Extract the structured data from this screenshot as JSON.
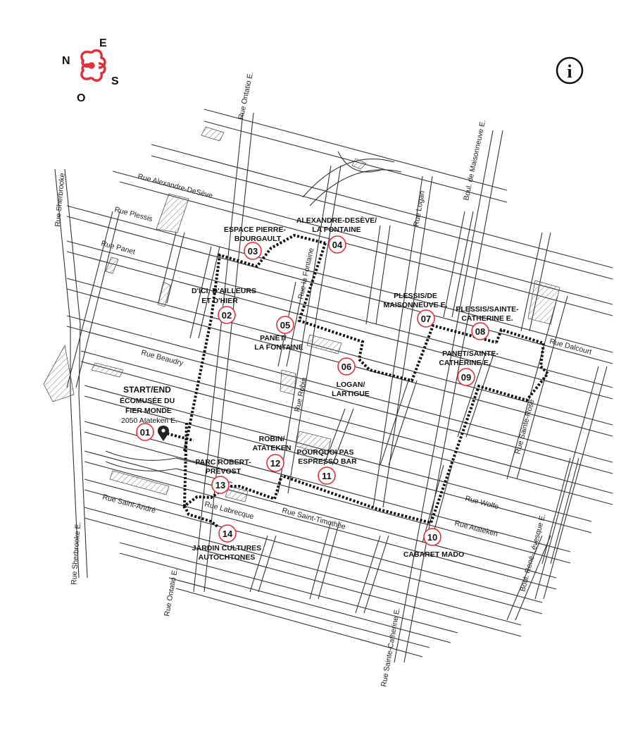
{
  "compass": {
    "north": "N",
    "east": "E",
    "south": "S",
    "west": "O",
    "emblem_color": "#e0313a"
  },
  "info_button": {
    "glyph": "i"
  },
  "start": {
    "heading": "START/END",
    "name_line1": "ÉCOMUSÉE DU",
    "name_line2": "FIER MONDE",
    "address": "2050 Atateken E."
  },
  "streets": [
    "Rue Ontatio E.",
    "Boul. de Maisonneuve E.",
    "Rue Alexandre-DeSève",
    "Rue Sherbrooke",
    "Rue Plessis",
    "Rue Panet",
    "Rue Logan",
    "Rue la Fontaine",
    "Rue Beaudry",
    "Rue Robin",
    "Rue Dalcourt",
    "Rue Sainte-Rose",
    "Rue Wolfe",
    "Rue Atateken",
    "Rue Saint-Timothée",
    "Rue Labrecque",
    "Rue Saint-André",
    "Rue Sherbrooke E.",
    "Rue Ontatio E.",
    "Rue Sainte-Catherine E.",
    "Boul. René-Lévesque E."
  ],
  "stops": [
    {
      "num": "01",
      "line1": "",
      "line2": ""
    },
    {
      "num": "02",
      "line1": "D'ICI, D'AILLEURS",
      "line2": "ET D'HIER"
    },
    {
      "num": "03",
      "line1": "ESPACE PIERRE-",
      "line2": "BOURGAULT"
    },
    {
      "num": "04",
      "line1": "ALEXANDRE-DESÈVE/",
      "line2": "LA FONTAINE"
    },
    {
      "num": "05",
      "line1": "PANET/",
      "line2": "LA FONTAINE"
    },
    {
      "num": "06",
      "line1": "LOGAN/",
      "line2": "LARTIGUE"
    },
    {
      "num": "07",
      "line1": "PLESSIS/DE",
      "line2": "MAISONNEUVE E."
    },
    {
      "num": "08",
      "line1": "PLESSIS/SAINTE-",
      "line2": "CATHERINE E."
    },
    {
      "num": "09",
      "line1": "PANET/SAINTE-",
      "line2": "CATHERINE E."
    },
    {
      "num": "10",
      "line1": "CABARET MADO",
      "line2": ""
    },
    {
      "num": "11",
      "line1": "POURQUOI PAS",
      "line2": "ESPRESSO BAR"
    },
    {
      "num": "12",
      "line1": "ROBIN/",
      "line2": "ATATEKEN"
    },
    {
      "num": "13",
      "line1": "PARC ROBERT-",
      "line2": "PRÉVOST"
    },
    {
      "num": "14",
      "line1": "JARDIN CULTURES",
      "line2": "AUTOCHTONES"
    }
  ],
  "colors": {
    "stop_ring": "#e0313a",
    "route": "#111111",
    "street_line": "#333333"
  }
}
